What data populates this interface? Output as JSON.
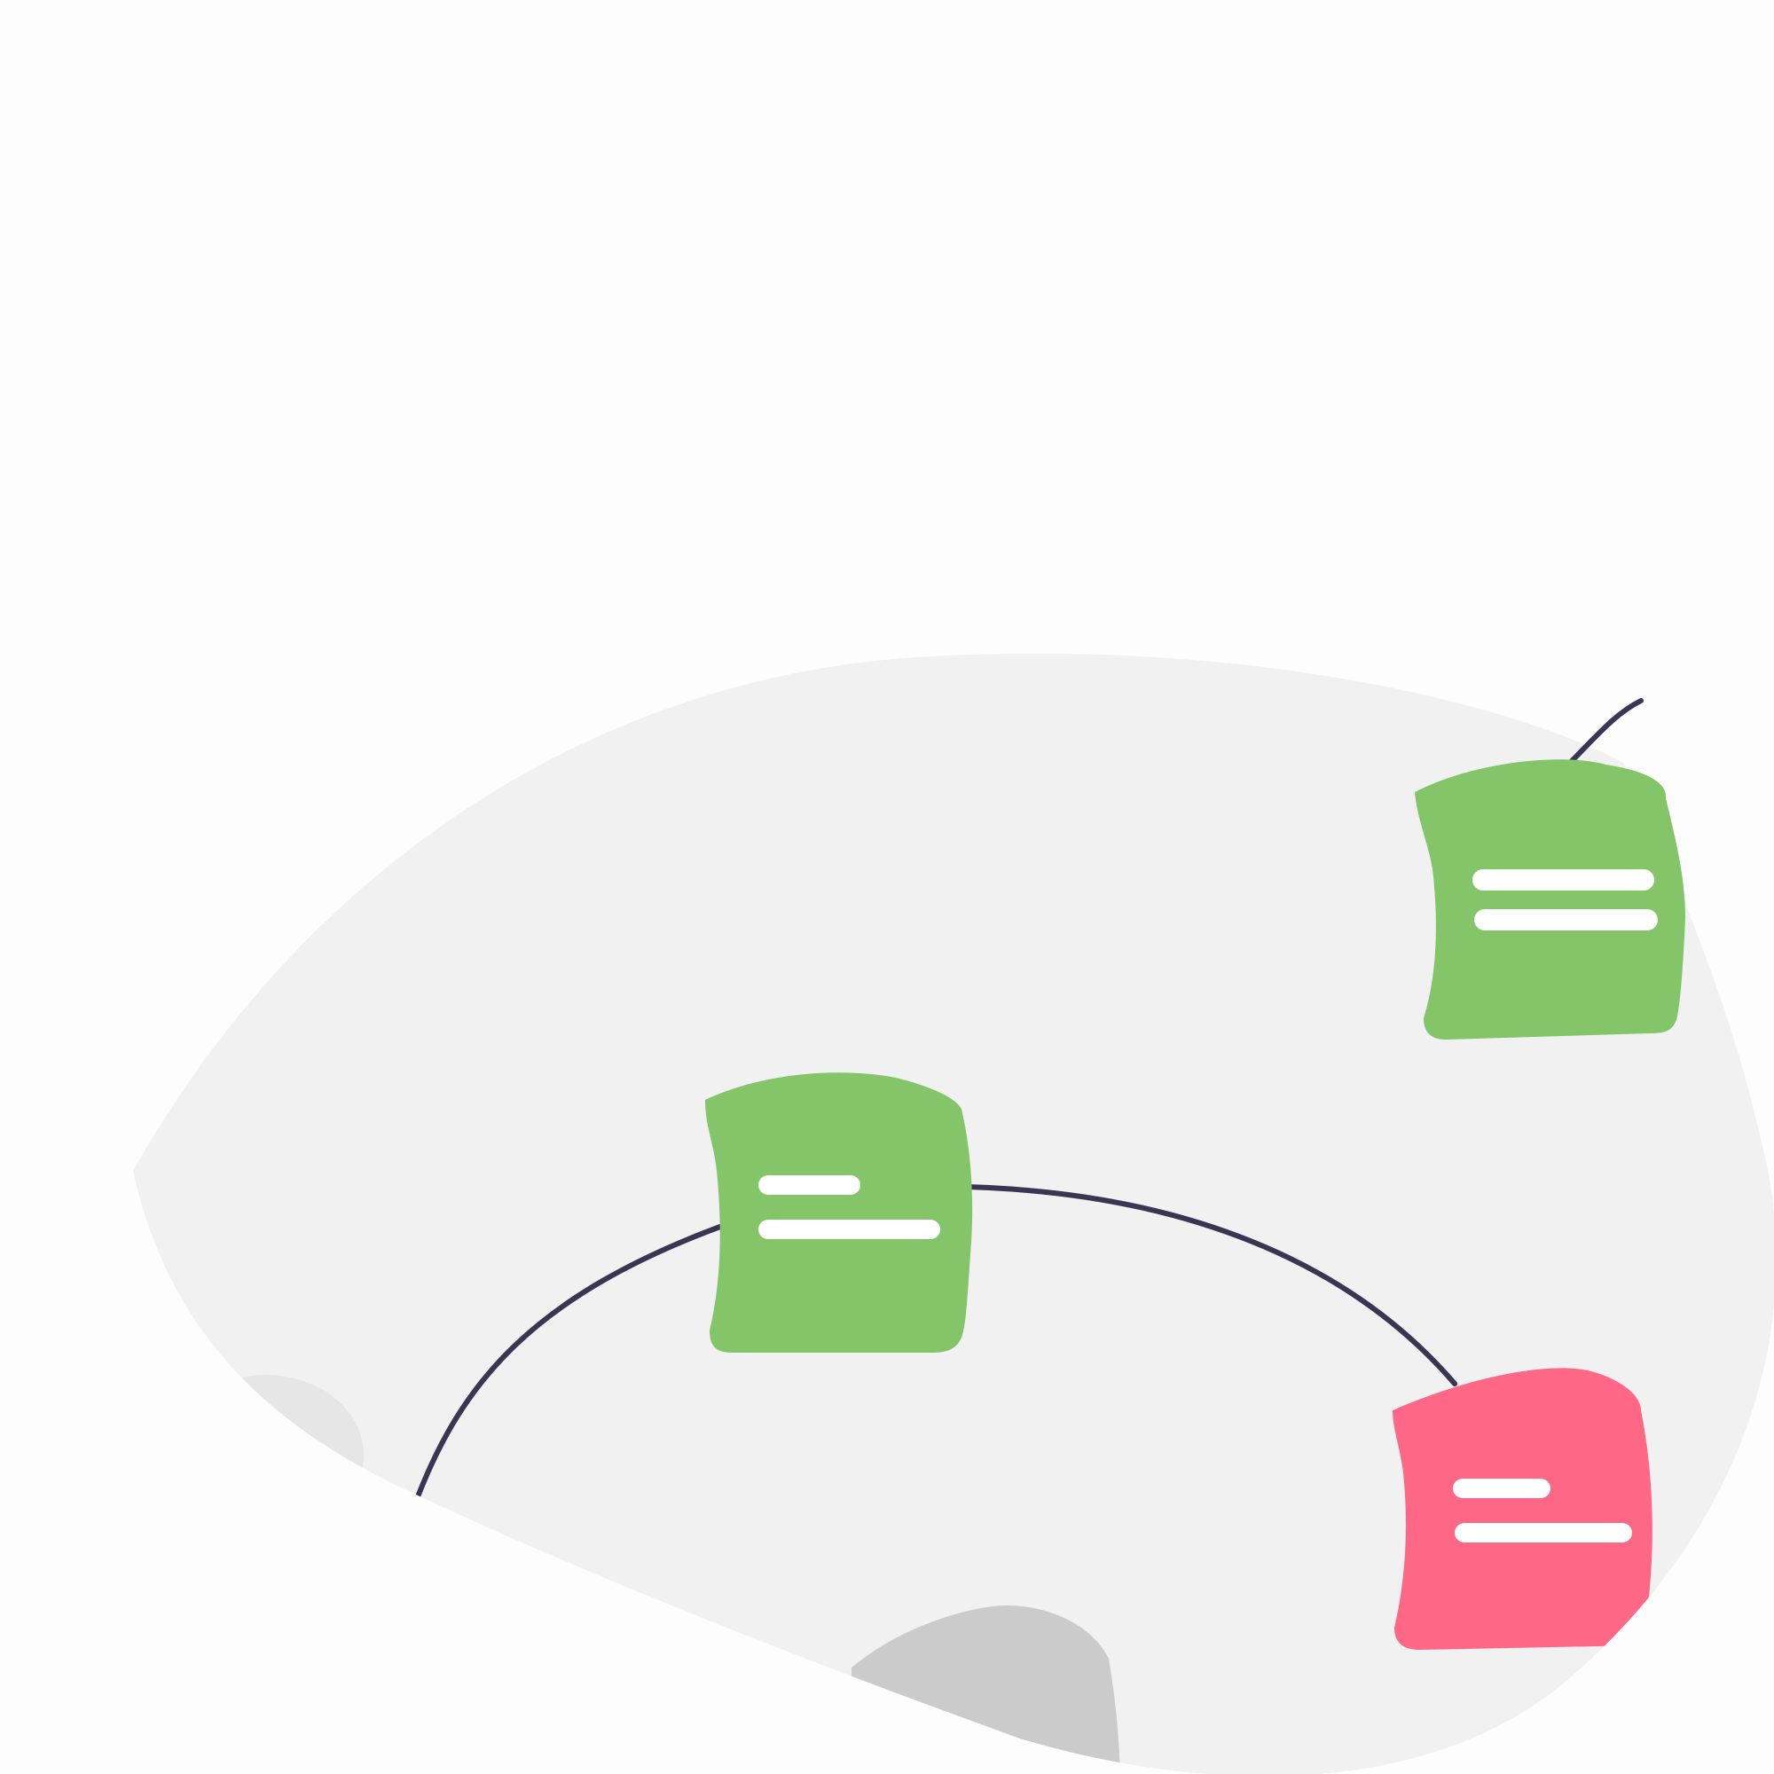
{
  "illustration": {
    "colors": {
      "page_background": "#fdfdfd",
      "blob_background": "#f1f1f1",
      "connector_line": "#3a3552",
      "note_green": "#84c569",
      "note_pink": "#ff6787",
      "note_gray": "#cbcbcb",
      "text_line": "#ffffff"
    },
    "notes": [
      {
        "name": "sticky-note-green-top-right",
        "color": "green",
        "text_lines": 2
      },
      {
        "name": "sticky-note-green-center",
        "color": "green",
        "text_lines": 2
      },
      {
        "name": "sticky-note-pink-bottom-right",
        "color": "pink",
        "text_lines": 2
      },
      {
        "name": "sticky-note-gray-bottom",
        "color": "gray",
        "text_lines": 0
      }
    ]
  }
}
